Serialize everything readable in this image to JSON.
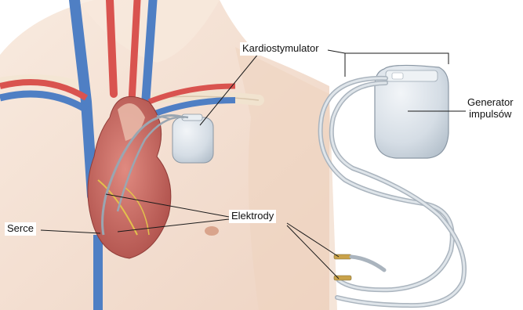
{
  "labels": {
    "pacemaker": "Kardiostymulator",
    "electrodes": "Elektrody",
    "heart": "Serce",
    "generator_line1": "Generator",
    "generator_line2": "impulsów"
  },
  "colors": {
    "skin": "#f3ddcc",
    "skin_shadow": "#e4bda5",
    "artery": "#d9534f",
    "vein": "#4f7fc4",
    "heart": "#c9605a",
    "device": "#d8e0e8",
    "lead": "#b9c2cb",
    "leader_line": "#1a1a1a"
  }
}
